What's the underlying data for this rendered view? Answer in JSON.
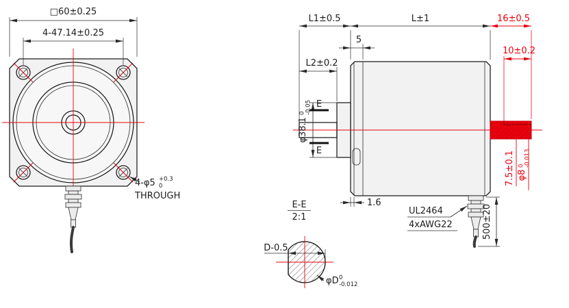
{
  "meta": {
    "accent_red": "#e8000d",
    "line_color": "#1a1a1a",
    "background": "#ffffff"
  },
  "front_view": {
    "dim_square": "□60±0.25",
    "dim_bolt_circle": "4-47.14±0.25",
    "hole_callout": {
      "main": "4-φ5",
      "tol_upper": "+0.3",
      "tol_lower": "0",
      "line2": "THROUGH"
    }
  },
  "side_view": {
    "dim_l1": "L1±0.5",
    "dim_l": "L±1",
    "dim_shaft_ext": "16±0.5",
    "dim_pilot_depth": "5",
    "dim_l2": "L2±0.2",
    "dim_flat_length": "10±0.2",
    "pilot_dia": {
      "main": "φ38.1",
      "tol_upper": "0",
      "tol_lower": "-0.05"
    },
    "section_letter": "E",
    "dim_step": "1.6",
    "dim_flat_height": "7.5±0.1",
    "shaft_dia": {
      "main": "φ8",
      "tol_upper": "0",
      "tol_lower": "-0.013"
    },
    "dim_cable_length": "500±20",
    "cable_note_line1": "UL2464",
    "cable_note_line2": "4xAWG22"
  },
  "section_view": {
    "title": "E-E",
    "scale": "2:1",
    "dim_flat": "D-0.5",
    "shaft_dia": {
      "main": "φD",
      "tol_upper": "0",
      "tol_lower": "-0.012"
    }
  }
}
